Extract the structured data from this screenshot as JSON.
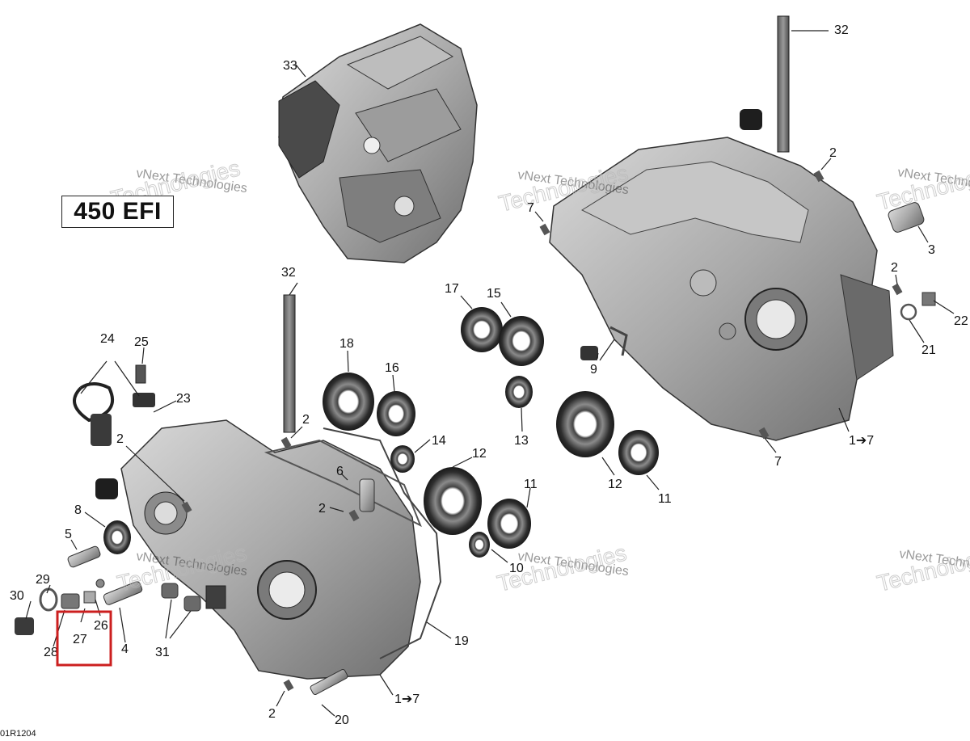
{
  "title": "450 EFI",
  "drawing_code": "01R1204",
  "watermark": {
    "line1": "vNext",
    "line2": "Technologies",
    "full": "vNext Technologies"
  },
  "callouts": {
    "c32a": "32",
    "c33": "33",
    "c2a": "2",
    "c3": "3",
    "c7a": "7",
    "c2b": "2",
    "c22": "22",
    "c21": "21",
    "c9": "9",
    "c17": "17",
    "c15": "15",
    "c13": "13",
    "c1to7a": "1➔7",
    "c7b": "7",
    "c32b": "32",
    "c18": "18",
    "c16": "16",
    "c24": "24",
    "c25": "25",
    "c23": "23",
    "c2c": "2",
    "c2d": "2",
    "c14": "14",
    "c12a": "12",
    "c12b": "12",
    "c11a": "11",
    "c11b": "11",
    "c6": "6",
    "c2e": "2",
    "c8": "8",
    "c5": "5",
    "c10": "10",
    "c29": "29",
    "c30": "30",
    "c26": "26",
    "c27": "27",
    "c28": "28",
    "c4": "4",
    "c31": "31",
    "c19": "19",
    "c1to7b": "1➔7",
    "c2f": "2",
    "c20": "20"
  },
  "highlight_color": "#cc1f1f",
  "line_color": "#222222",
  "part_color": "#8e8e8e"
}
